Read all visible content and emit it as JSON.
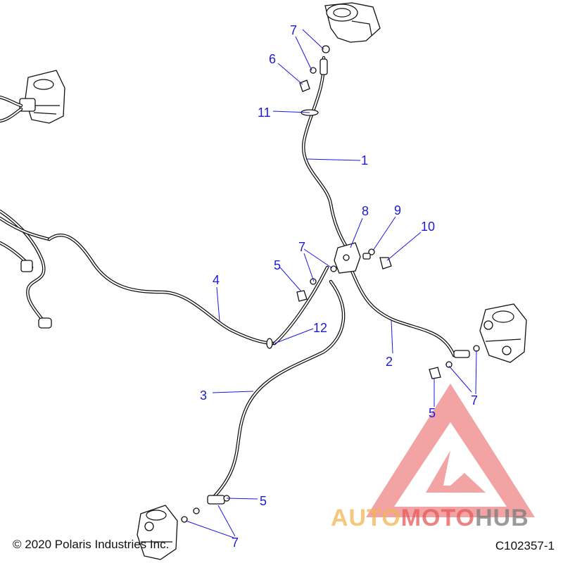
{
  "callouts": [
    {
      "id": "c1",
      "label": "1"
    },
    {
      "id": "c2",
      "label": "2"
    },
    {
      "id": "c3",
      "label": "3"
    },
    {
      "id": "c4",
      "label": "4"
    },
    {
      "id": "c5a",
      "label": "5"
    },
    {
      "id": "c5b",
      "label": "5"
    },
    {
      "id": "c5c",
      "label": "5"
    },
    {
      "id": "c6",
      "label": "6"
    },
    {
      "id": "c7a",
      "label": "7"
    },
    {
      "id": "c7b",
      "label": "7"
    },
    {
      "id": "c7c",
      "label": "7"
    },
    {
      "id": "c7d",
      "label": "7"
    },
    {
      "id": "c8",
      "label": "8"
    },
    {
      "id": "c9",
      "label": "9"
    },
    {
      "id": "c10",
      "label": "10"
    },
    {
      "id": "c11",
      "label": "11"
    },
    {
      "id": "c12",
      "label": "12"
    }
  ],
  "footer": {
    "copyright": "© 2020 Polaris Industries Inc.",
    "drawing_id": "C102357-1"
  },
  "watermark": {
    "part1": "AUTO",
    "part2": "MOTO",
    "part3": "HUB",
    "color_red": "#e8595a",
    "color_orange": "#f2b552",
    "color_gray": "#7a7a7a"
  },
  "colors": {
    "callout": "#1a1adc",
    "line": "#111111"
  }
}
